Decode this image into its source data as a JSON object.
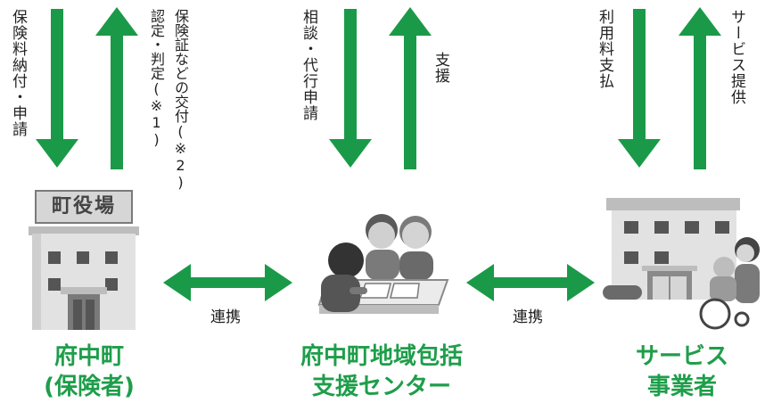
{
  "colors": {
    "arrow": "#1a9a48",
    "title": "#1e9e4a",
    "gray": "#8a8a8a"
  },
  "labels": {
    "premium": "保険料納付・申請",
    "issuance": "保険証などの交付(※2)",
    "certification": "認定・判定(※1)",
    "consult": "相談・代行申請",
    "support": "支援",
    "fee": "利用料支払",
    "service": "サービス提供",
    "link_left": "連携",
    "link_right": "連携"
  },
  "entities": {
    "town": {
      "line1": "府中町",
      "line2": "(保険者)",
      "sign": "町役場",
      "icon": "town-hall-icon"
    },
    "center": {
      "line1": "府中町地域包括",
      "line2": "支援センター",
      "icon": "consultation-icon"
    },
    "provider": {
      "line1": "サービス",
      "line2": "事業者",
      "icon": "care-facility-icon"
    }
  }
}
